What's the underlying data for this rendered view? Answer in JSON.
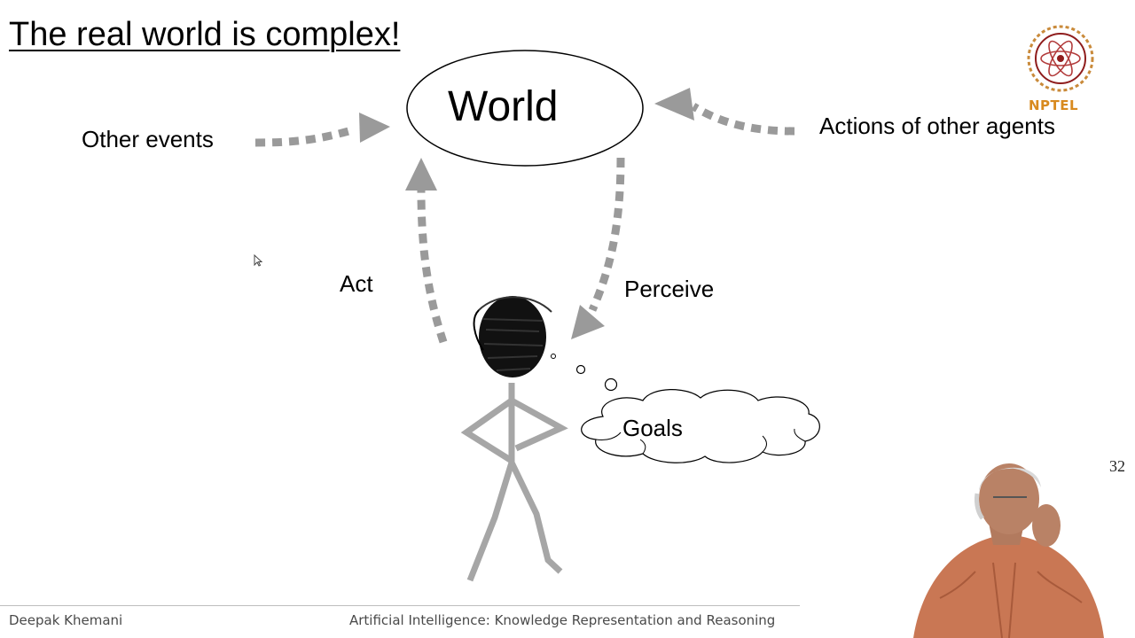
{
  "slide": {
    "title": "The real world is complex!",
    "diagram": {
      "world_label": "World",
      "other_events_label": "Other events",
      "actions_label": "Actions of other agents",
      "act_label": "Act",
      "perceive_label": "Perceive",
      "goals_label": "Goals"
    },
    "page_number": "32"
  },
  "logo": {
    "text": "NPTEL",
    "color": "#d88a1f"
  },
  "footer": {
    "author": "Deepak Khemani",
    "course": "Artificial Intelligence: Knowledge Representation and Reasoning"
  },
  "colors": {
    "arrow": "#9a9a9a",
    "figure": "#a6a6a6",
    "text": "#000000"
  }
}
